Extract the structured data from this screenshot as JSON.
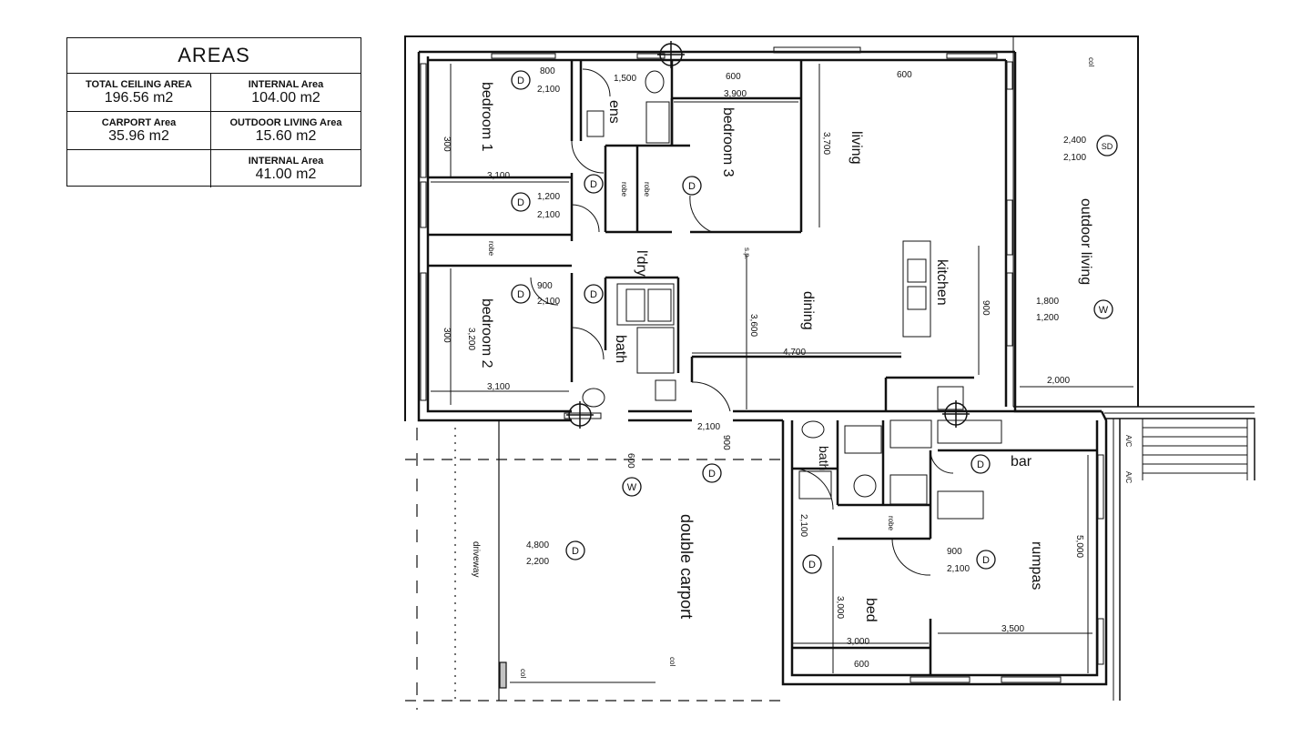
{
  "areas": {
    "title": "AREAS",
    "cells": [
      {
        "label": "TOTAL CEILING AREA",
        "value": "196.56 m2"
      },
      {
        "label": "INTERNAL Area",
        "value": "104.00 m2"
      },
      {
        "label": "CARPORT Area",
        "value": "35.96 m2"
      },
      {
        "label": "OUTDOOR LIVING Area",
        "value": "15.60 m2"
      },
      {
        "label": "",
        "value": ""
      },
      {
        "label": "INTERNAL Area",
        "value": "41.00 m2"
      }
    ]
  },
  "rooms": {
    "bedroom1": "bedroom 1",
    "bedroom2": "bedroom 2",
    "bedroom3": "bedroom 3",
    "ens": "ens",
    "living": "living",
    "outdoor_living": "outdoor living",
    "kitchen": "kitchen",
    "dining": "dining",
    "ldry": "l'dry",
    "bath": "bath",
    "bath2": "bath",
    "double_carport": "double carport",
    "driveway": "driveway",
    "bed": "bed",
    "rumpas": "rumpas",
    "bar": "bar",
    "robe": "robe",
    "col": "col"
  },
  "dimensions": {
    "d800": "800",
    "d1500": "1,500",
    "d600": "600",
    "d3900": "3,900",
    "d2100": "2,100",
    "d3100": "3,100",
    "d1200": "1,200",
    "d900": "900",
    "d3700": "3,700",
    "d2400": "2,400",
    "d1800": "1,800",
    "d3600": "3,600",
    "d4700": "4,700",
    "d2000": "2,000",
    "d4800": "4,800",
    "d2200": "2,200",
    "d3000": "3,000",
    "d3500": "3,500",
    "d5000": "5,000",
    "d3200": "3,200",
    "d300": "300"
  },
  "markers": {
    "door": "D",
    "window": "W",
    "sliding_door": "SD"
  },
  "notes": {
    "ac": "A/C",
    "sp": "s.p."
  }
}
